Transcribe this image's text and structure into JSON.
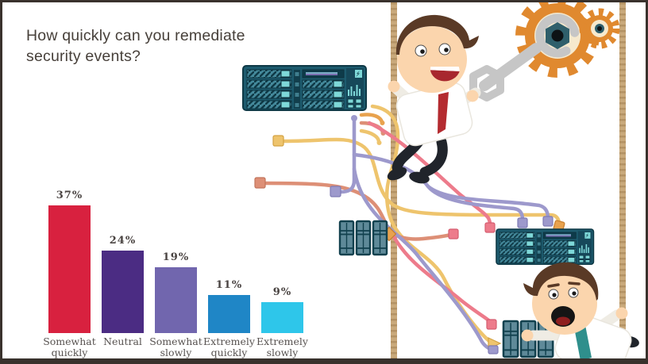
{
  "header": {
    "title": "How quickly can you remediate security events?",
    "title_color": "#47403a"
  },
  "chart_data": {
    "type": "bar",
    "title": "How quickly can you remediate security events?",
    "categories": [
      "Somewhat quickly",
      "Neutral",
      "Somewhat slowly",
      "Extremely quickly",
      "Extremely slowly"
    ],
    "values": [
      37,
      24,
      19,
      11,
      9
    ],
    "value_labels": [
      "37%",
      "24%",
      "19%",
      "11%",
      "9%"
    ],
    "colors": [
      "#d8213f",
      "#4b2c83",
      "#7166ae",
      "#1f86c6",
      "#2ec6ea"
    ],
    "xlabel": "",
    "ylabel": "",
    "ylim": [
      0,
      40
    ],
    "grid": false,
    "legend": "none",
    "value_label_position": "above-bar"
  },
  "illustration": {
    "description": "Cartoon engineers on ropes fixing a tangled server network",
    "rope_color": "#c9a97b",
    "gear_color": "#e0892f",
    "wrench_color": "#c6c6c6",
    "rack_color": "#1d5b6e",
    "tower_color": "#5f8a99",
    "cable_colors": [
      "#eec46d",
      "#dd8f76",
      "#ed7b8b",
      "#9d99cc",
      "#e8a24e"
    ],
    "character_top": {
      "shirt": "#ffffff",
      "tie": "#b42b30",
      "hair": "#5a3a26",
      "skin": "#fbd5ad"
    },
    "character_bottom": {
      "shirt": "#ffffff",
      "tie": "#2f8f8c",
      "hair": "#5a3a26",
      "skin": "#fbd5ad"
    }
  }
}
